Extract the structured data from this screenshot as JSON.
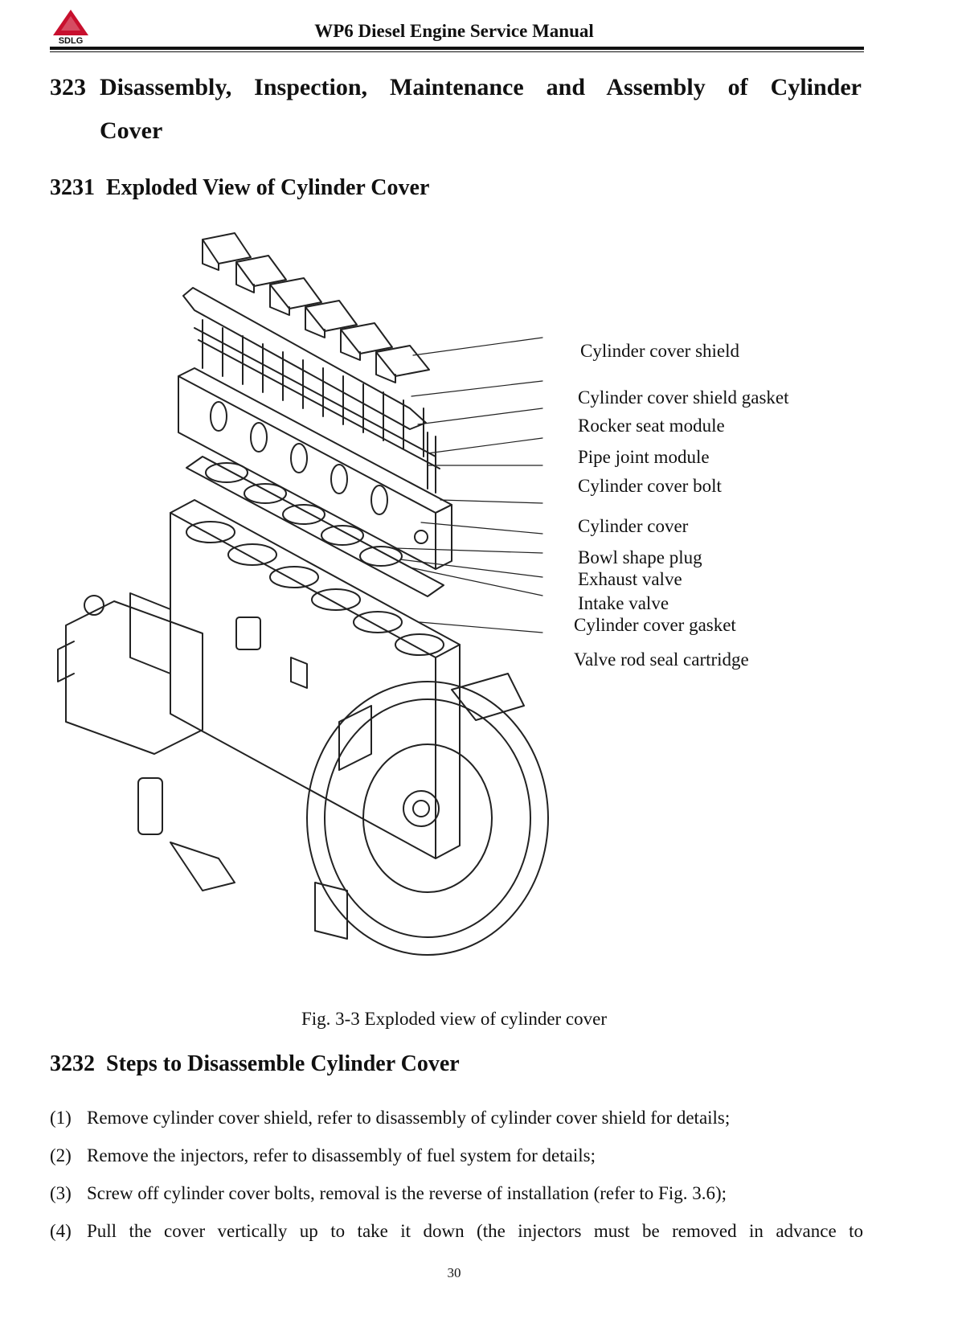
{
  "header": {
    "logo_text": "SDLG",
    "title": "WP6 Diesel Engine Service Manual"
  },
  "section": {
    "number": "323",
    "title_line1": "Disassembly, Inspection, Maintenance and Assembly of Cylinder",
    "title_line2": "Cover"
  },
  "subsection_1": {
    "number": "3231",
    "title": "Exploded View of Cylinder Cover"
  },
  "figure": {
    "labels": [
      "Cylinder cover shield",
      "Cylinder cover shield gasket",
      "Rocker seat module",
      "Pipe joint module",
      "Cylinder cover bolt",
      "Cylinder cover",
      "Bowl shape plug",
      "Exhaust valve",
      "Intake valve",
      "Cylinder cover gasket",
      "Valve rod seal cartridge"
    ],
    "caption": "Fig. 3-3 Exploded view of cylinder cover"
  },
  "subsection_2": {
    "number": "3232",
    "title": "Steps to Disassemble Cylinder Cover"
  },
  "steps": [
    {
      "num": "(1)",
      "text": "Remove cylinder cover shield, refer to disassembly of cylinder cover shield for details;"
    },
    {
      "num": "(2)",
      "text": "Remove the injectors, refer to disassembly of fuel system for details;"
    },
    {
      "num": "(3)",
      "text": "Screw off cylinder cover bolts, removal is the reverse of installation (refer to Fig. 3.6);"
    },
    {
      "num": "(4)",
      "text": "Pull the cover vertically up to take it down (the injectors must be removed in advance to"
    }
  ],
  "page_number": "30",
  "colors": {
    "brand_red": "#c8102e",
    "ink": "#111111"
  }
}
